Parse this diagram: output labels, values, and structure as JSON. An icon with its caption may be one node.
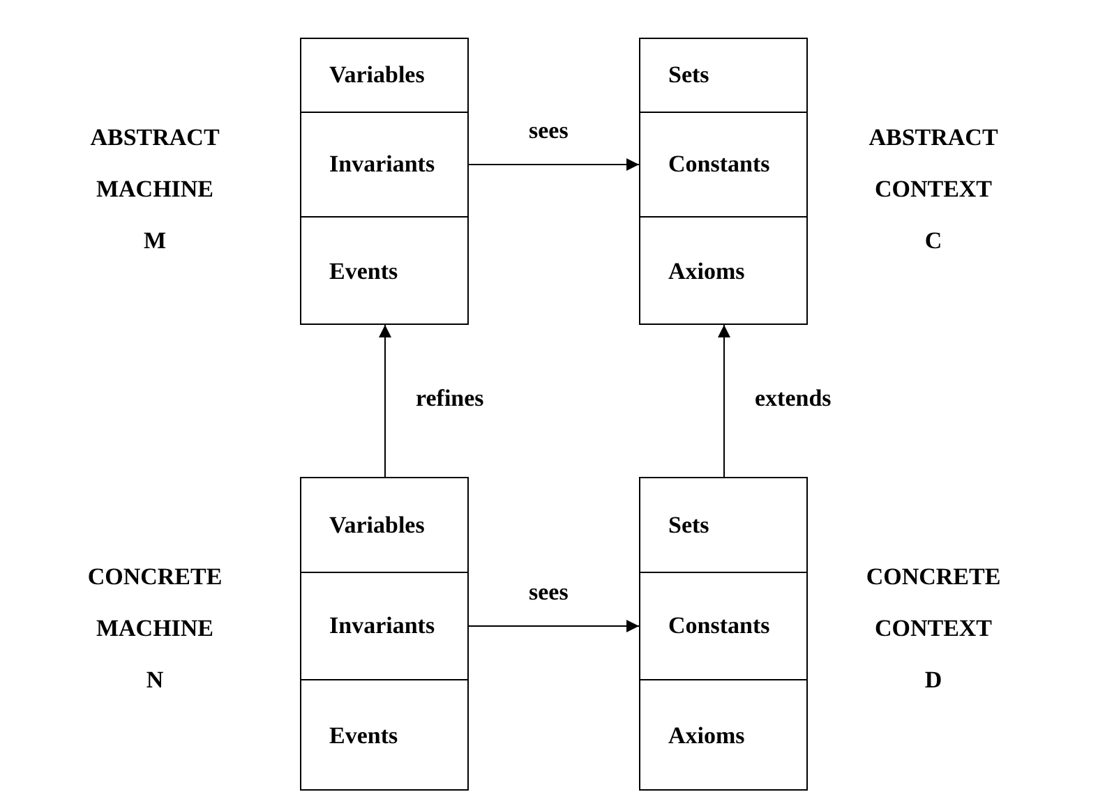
{
  "diagram": {
    "nodes": [
      {
        "text": [
          "ABSTRACT MACHINE M"
        ]
      },
      {
        "text": [
          "Variables"
        ],
        "in": 0
      },
      {
        "text": [
          "Invariants"
        ],
        "in": 0
      },
      {
        "text": [
          "Events"
        ],
        "in": 0
      },
      {
        "text": [
          "ABSTRACT CONTEXT C"
        ]
      },
      {
        "text": [
          "Sets"
        ],
        "in": 4
      },
      {
        "text": [
          "Constants"
        ],
        "in": 4
      },
      {
        "text": [
          "Axioms"
        ],
        "in": 4
      },
      {
        "text": [
          "CONCRETE MACHINE N"
        ]
      },
      {
        "text": [
          "Variables"
        ],
        "in": 8
      },
      {
        "text": [
          "Invariants"
        ],
        "in": 8
      },
      {
        "text": [
          "Events"
        ],
        "in": 8
      },
      {
        "text": [
          "CONCRETE CONTEXT D"
        ]
      },
      {
        "text": [
          "Sets"
        ],
        "in": 12
      },
      {
        "text": [
          "Constants"
        ],
        "in": 12
      },
      {
        "text": [
          "Axioms"
        ],
        "in": 12
      }
    ],
    "edges": [
      {
        "from": 2,
        "to": 6,
        "arrow": "to",
        "label": "sees"
      },
      {
        "from": 8,
        "to": 0,
        "arrow": "to",
        "label": "refines"
      },
      {
        "from": 12,
        "to": 4,
        "arrow": "to",
        "label": "extends"
      },
      {
        "from": 10,
        "to": 14,
        "arrow": "to",
        "label": "sees"
      }
    ]
  }
}
